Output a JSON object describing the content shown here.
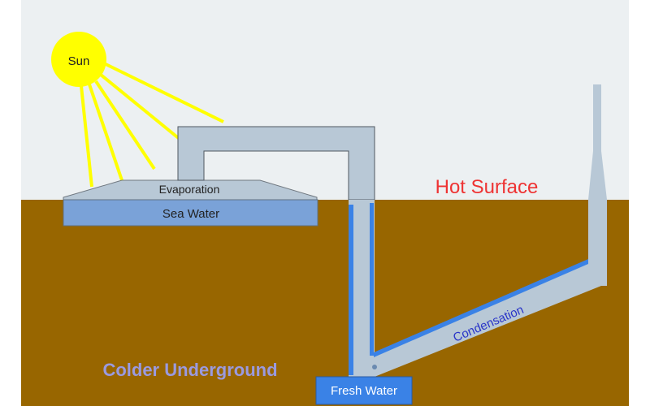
{
  "labels": {
    "sun": "Sun",
    "evaporation": "Evaporation",
    "sea_water": "Sea Water",
    "hot_surface": "Hot Surface",
    "colder_underground": "Colder Underground",
    "condensation": "Condensation",
    "fresh_water": "Fresh Water"
  },
  "colors": {
    "sky": "#ecf0f2",
    "ground": "#986600",
    "pipe": "#b8c8d6",
    "condensate": "#3a82e6",
    "sea_water": "#7aa2d8",
    "fresh_water": "#3a82e6",
    "sun": "#ffff00",
    "rays": "#ffff00",
    "hot_surface_text": "#ee3333",
    "underground_text": "#9a9ae0",
    "condensation_text": "#2a35c8"
  }
}
